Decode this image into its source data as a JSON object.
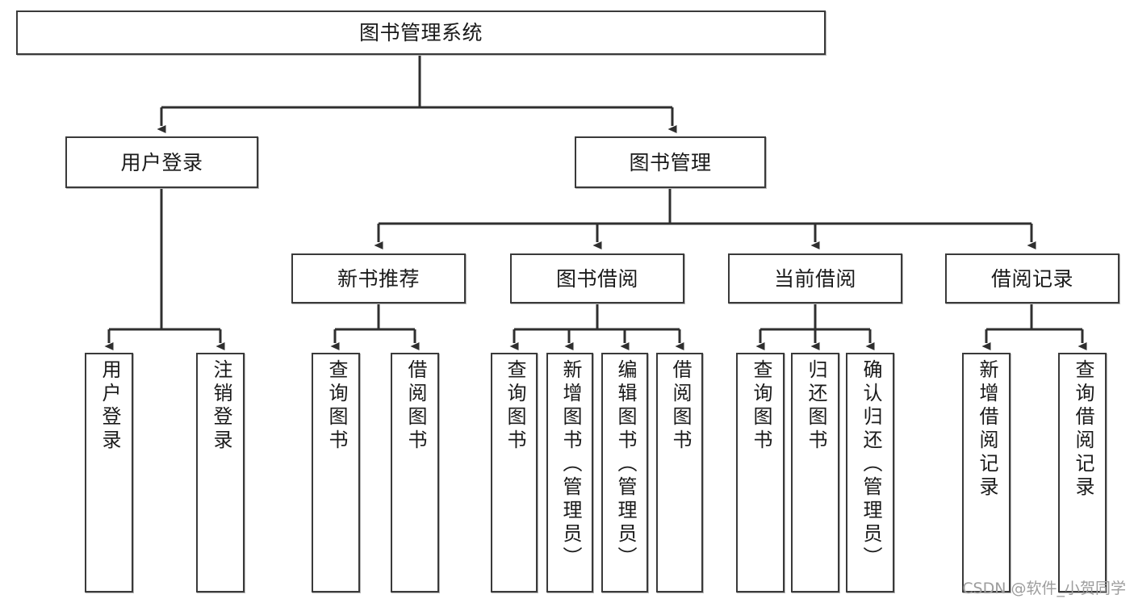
{
  "diagram": {
    "title": "图书管理系统",
    "type": "function-tree",
    "watermark": "CSDN @软件_小贺同学",
    "colors": {
      "box_border": "#3a3a3a",
      "box_fill": "#ffffff",
      "connector": "#2f2f2f",
      "text": "#1a1a1a",
      "watermark": "#9d9d9d"
    },
    "nodes": {
      "root": {
        "label": "图书管理系统"
      },
      "level2": [
        {
          "id": "user-login",
          "label": "用户登录"
        },
        {
          "id": "book-manage",
          "label": "图书管理"
        }
      ],
      "level3": [
        {
          "id": "new-book-recommend",
          "label": "新书推荐"
        },
        {
          "id": "book-borrow",
          "label": "图书借阅"
        },
        {
          "id": "current-borrow",
          "label": "当前借阅"
        },
        {
          "id": "borrow-record",
          "label": "借阅记录"
        }
      ],
      "leaves": {
        "user-login": [
          {
            "id": "user-login-action",
            "label": "用户登录"
          },
          {
            "id": "user-logout-action",
            "label": "注销登录"
          }
        ],
        "new-book-recommend": [
          {
            "id": "query-book-1",
            "label": "查询图书"
          },
          {
            "id": "borrow-book-1",
            "label": "借阅图书"
          }
        ],
        "book-borrow": [
          {
            "id": "query-book-2",
            "label": "查询图书"
          },
          {
            "id": "add-book",
            "label": "新增图书（管理员）"
          },
          {
            "id": "edit-book",
            "label": "编辑图书（管理员）"
          },
          {
            "id": "borrow-book-2",
            "label": "借阅图书"
          }
        ],
        "current-borrow": [
          {
            "id": "query-book-3",
            "label": "查询图书"
          },
          {
            "id": "return-book",
            "label": "归还图书"
          },
          {
            "id": "confirm-return",
            "label": "确认归还（管理员）"
          }
        ],
        "borrow-record": [
          {
            "id": "add-borrow-record",
            "label": "新增借阅记录"
          },
          {
            "id": "query-borrow-record",
            "label": "查询借阅记录"
          }
        ]
      }
    }
  }
}
